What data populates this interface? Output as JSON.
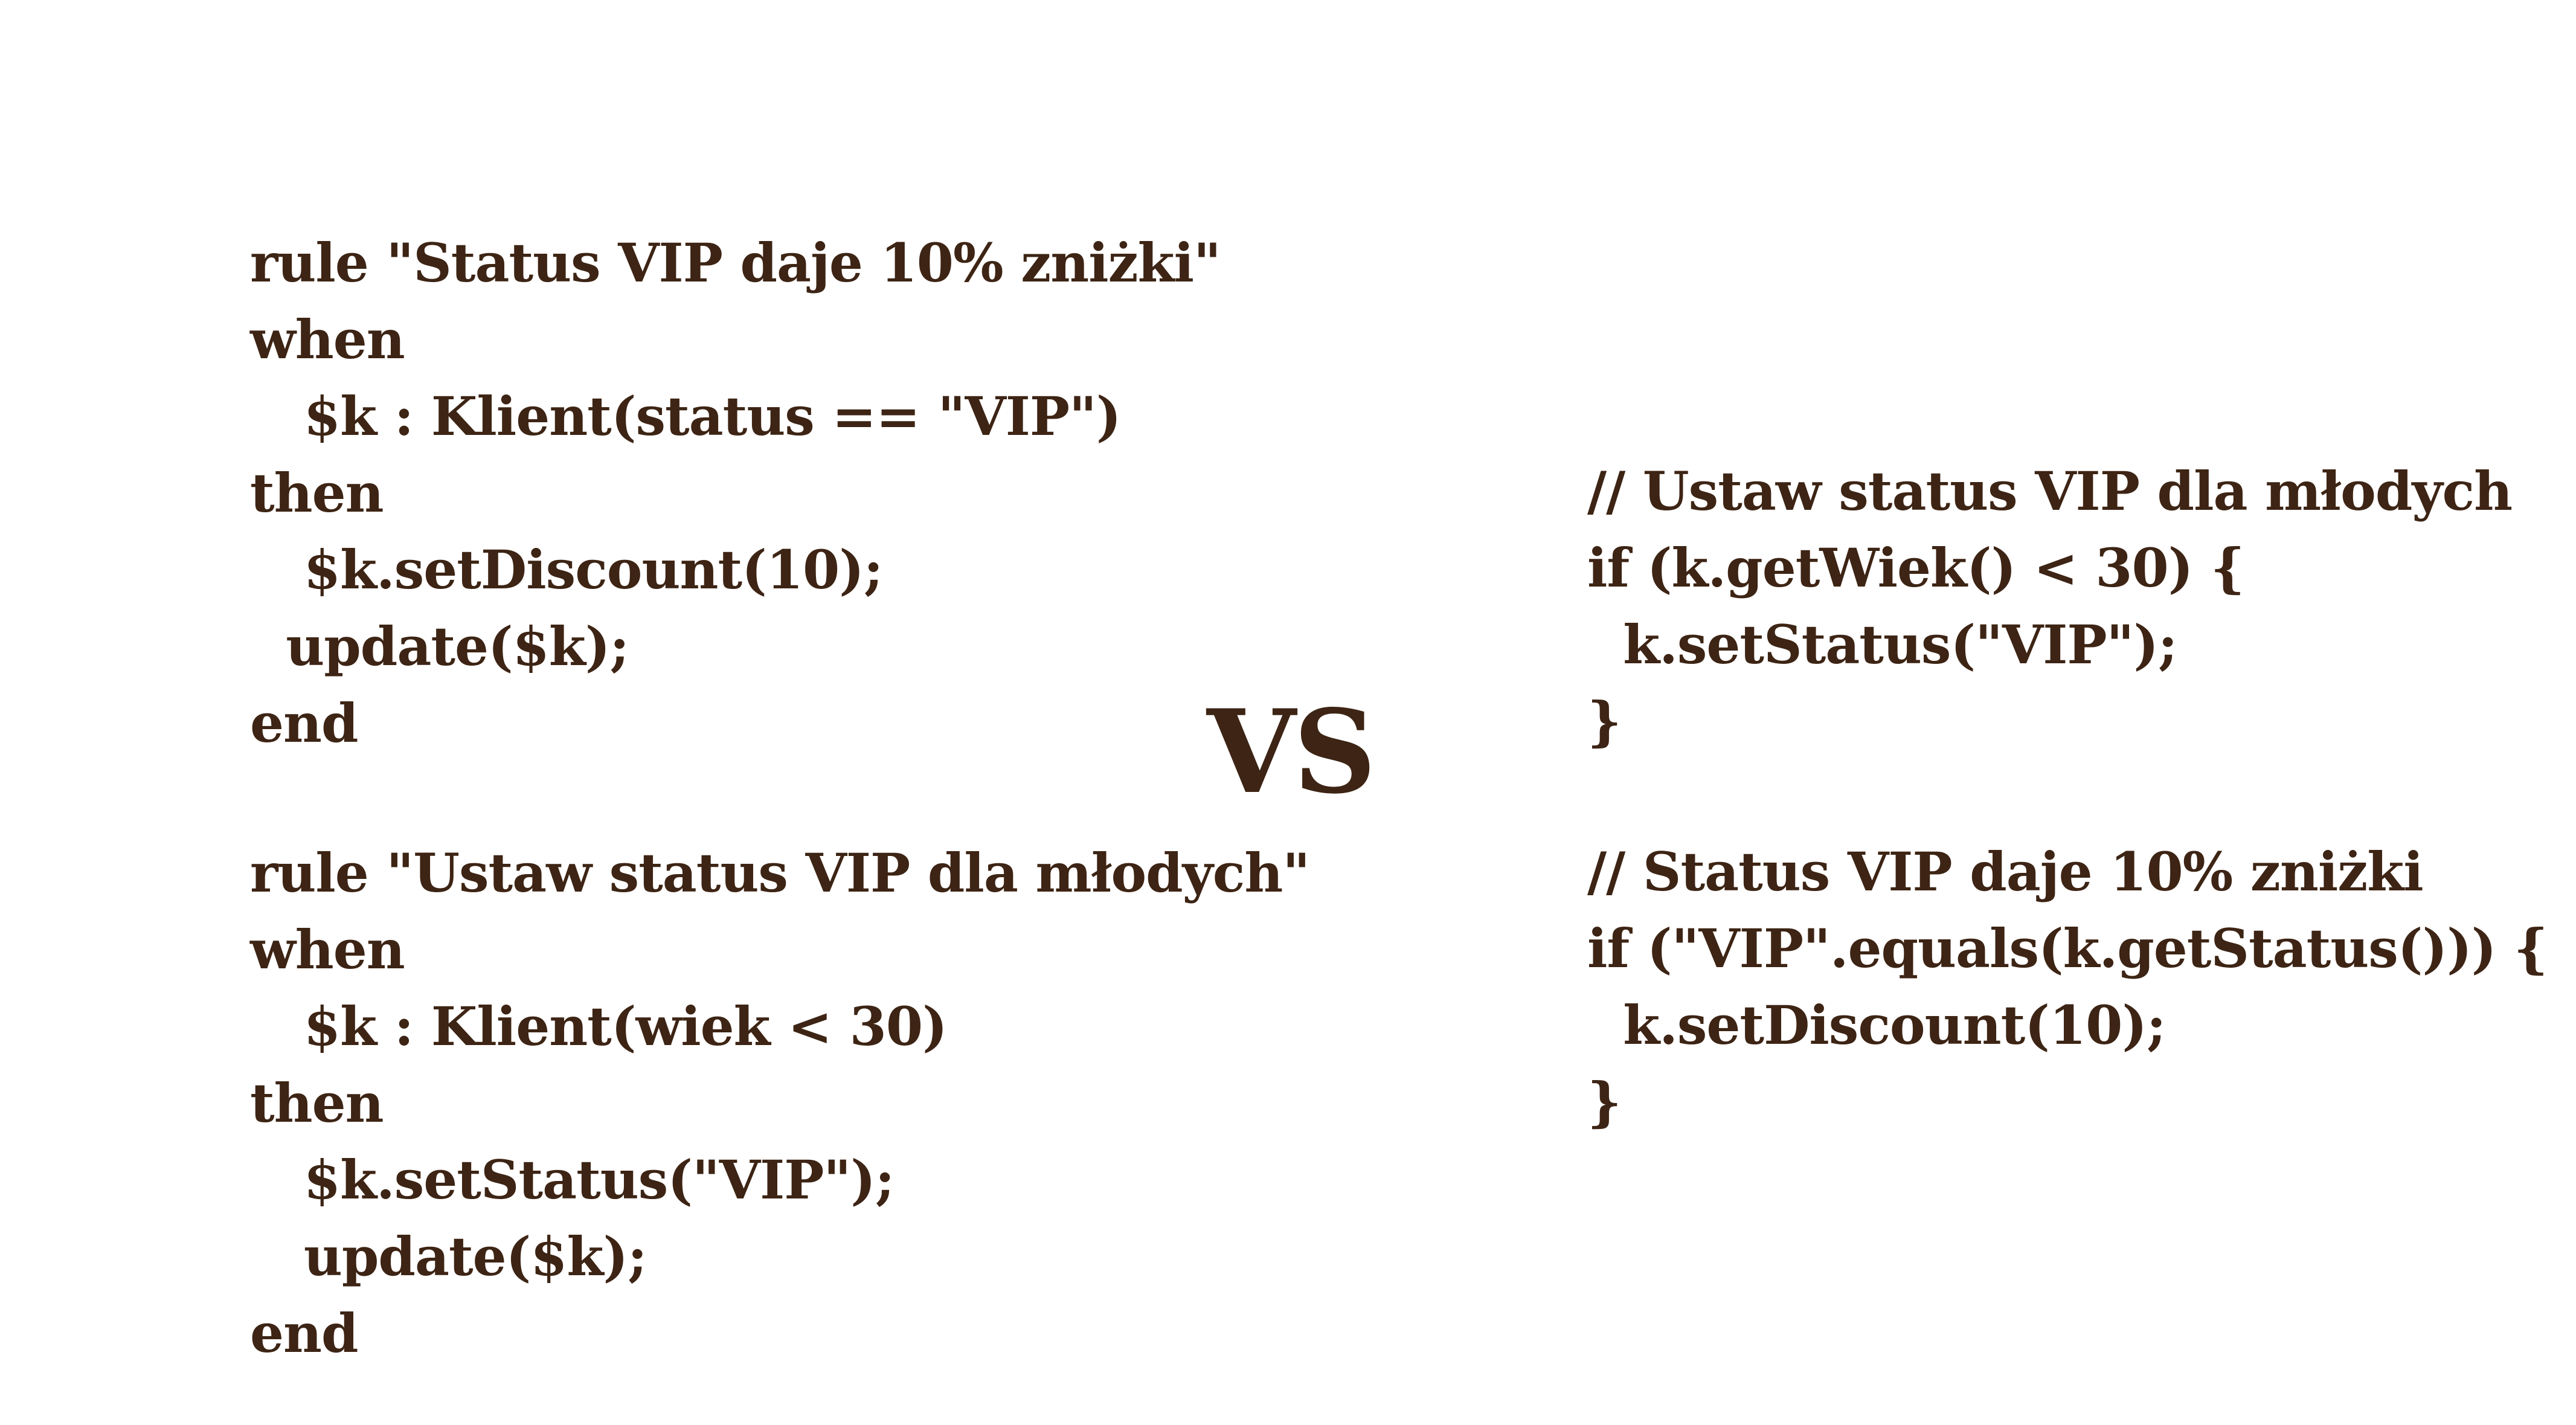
{
  "colors": {
    "text": "#3d2414",
    "background": "#ffffff"
  },
  "left": {
    "rule_1": [
      "rule \"Status VIP daje 10% zniżki\"",
      "when",
      "   $k : Klient(status == \"VIP\")",
      "then",
      "   $k.setDiscount(10);",
      "  update($k);",
      "end"
    ],
    "rule_2": [
      "rule \"Ustaw status VIP dla młodych\"",
      "when",
      "   $k : Klient(wiek < 30)",
      "then",
      "   $k.setStatus(\"VIP\");",
      "   update($k);",
      "end"
    ]
  },
  "center": {
    "vs_label": "VS"
  },
  "right": {
    "java_1": [
      "// Ustaw status VIP dla młodych",
      "if (k.getWiek() < 30) {",
      "  k.setStatus(\"VIP\");",
      "}"
    ],
    "java_2": [
      "// Status VIP daje 10% zniżki",
      "if (\"VIP\".equals(k.getStatus())) {",
      "  k.setDiscount(10);",
      "}"
    ]
  }
}
